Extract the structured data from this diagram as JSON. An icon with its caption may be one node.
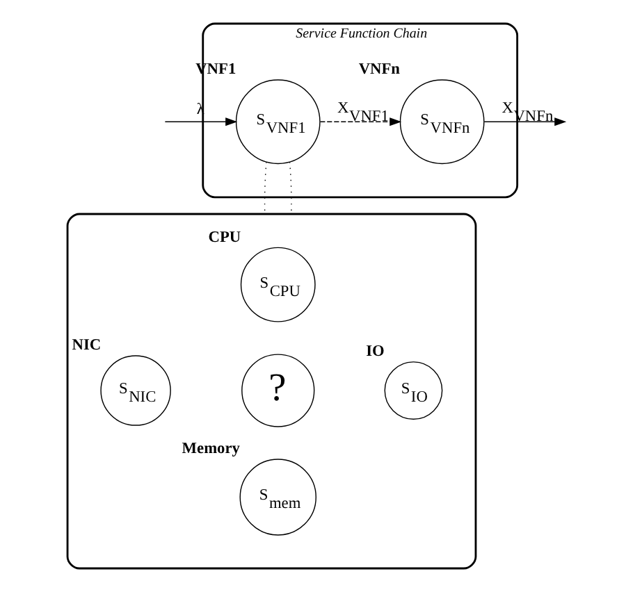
{
  "diagram": {
    "nodes": [
      {
        "text": [
          "Service Function Chain"
        ]
      },
      {
        "text": [
          "S$_{VNF1}$"
        ],
        "in": 0,
        "beside": [
          "VNF1"
        ]
      },
      {
        "text": [
          "S$_{VNFn}$"
        ],
        "in": 0,
        "beside": [
          "VNFn"
        ]
      },
      {
        "text": [],
        "shape": "box"
      },
      {
        "text": [
          "S$_{CPU}$"
        ],
        "in": 3,
        "beside": [
          "CPU"
        ]
      },
      {
        "text": [
          "S$_{NIC}$"
        ],
        "in": 3,
        "beside": [
          "NIC"
        ]
      },
      {
        "text": [
          "?"
        ],
        "in": 3
      },
      {
        "text": [
          "S$_{IO}$"
        ],
        "in": 3,
        "beside": [
          "IO"
        ]
      },
      {
        "text": [
          "S$_{mem}$"
        ],
        "in": 3,
        "beside": [
          "Memory"
        ]
      }
    ],
    "edges": [
      {
        "from": null,
        "to": 1,
        "arrow": "to",
        "label": "λ"
      },
      {
        "from": 1,
        "to": 2,
        "arrow": "to",
        "label": "X$_{VNF1}$",
        "style": "dashed"
      },
      {
        "from": 2,
        "to": null,
        "arrow": "to",
        "label": "X$_{VNFn}$"
      },
      {
        "from": 1,
        "to": 3,
        "arrow": "none",
        "style": "dashed"
      },
      {
        "from": 1,
        "to": 3,
        "arrow": "none",
        "style": "dashed"
      }
    ]
  }
}
